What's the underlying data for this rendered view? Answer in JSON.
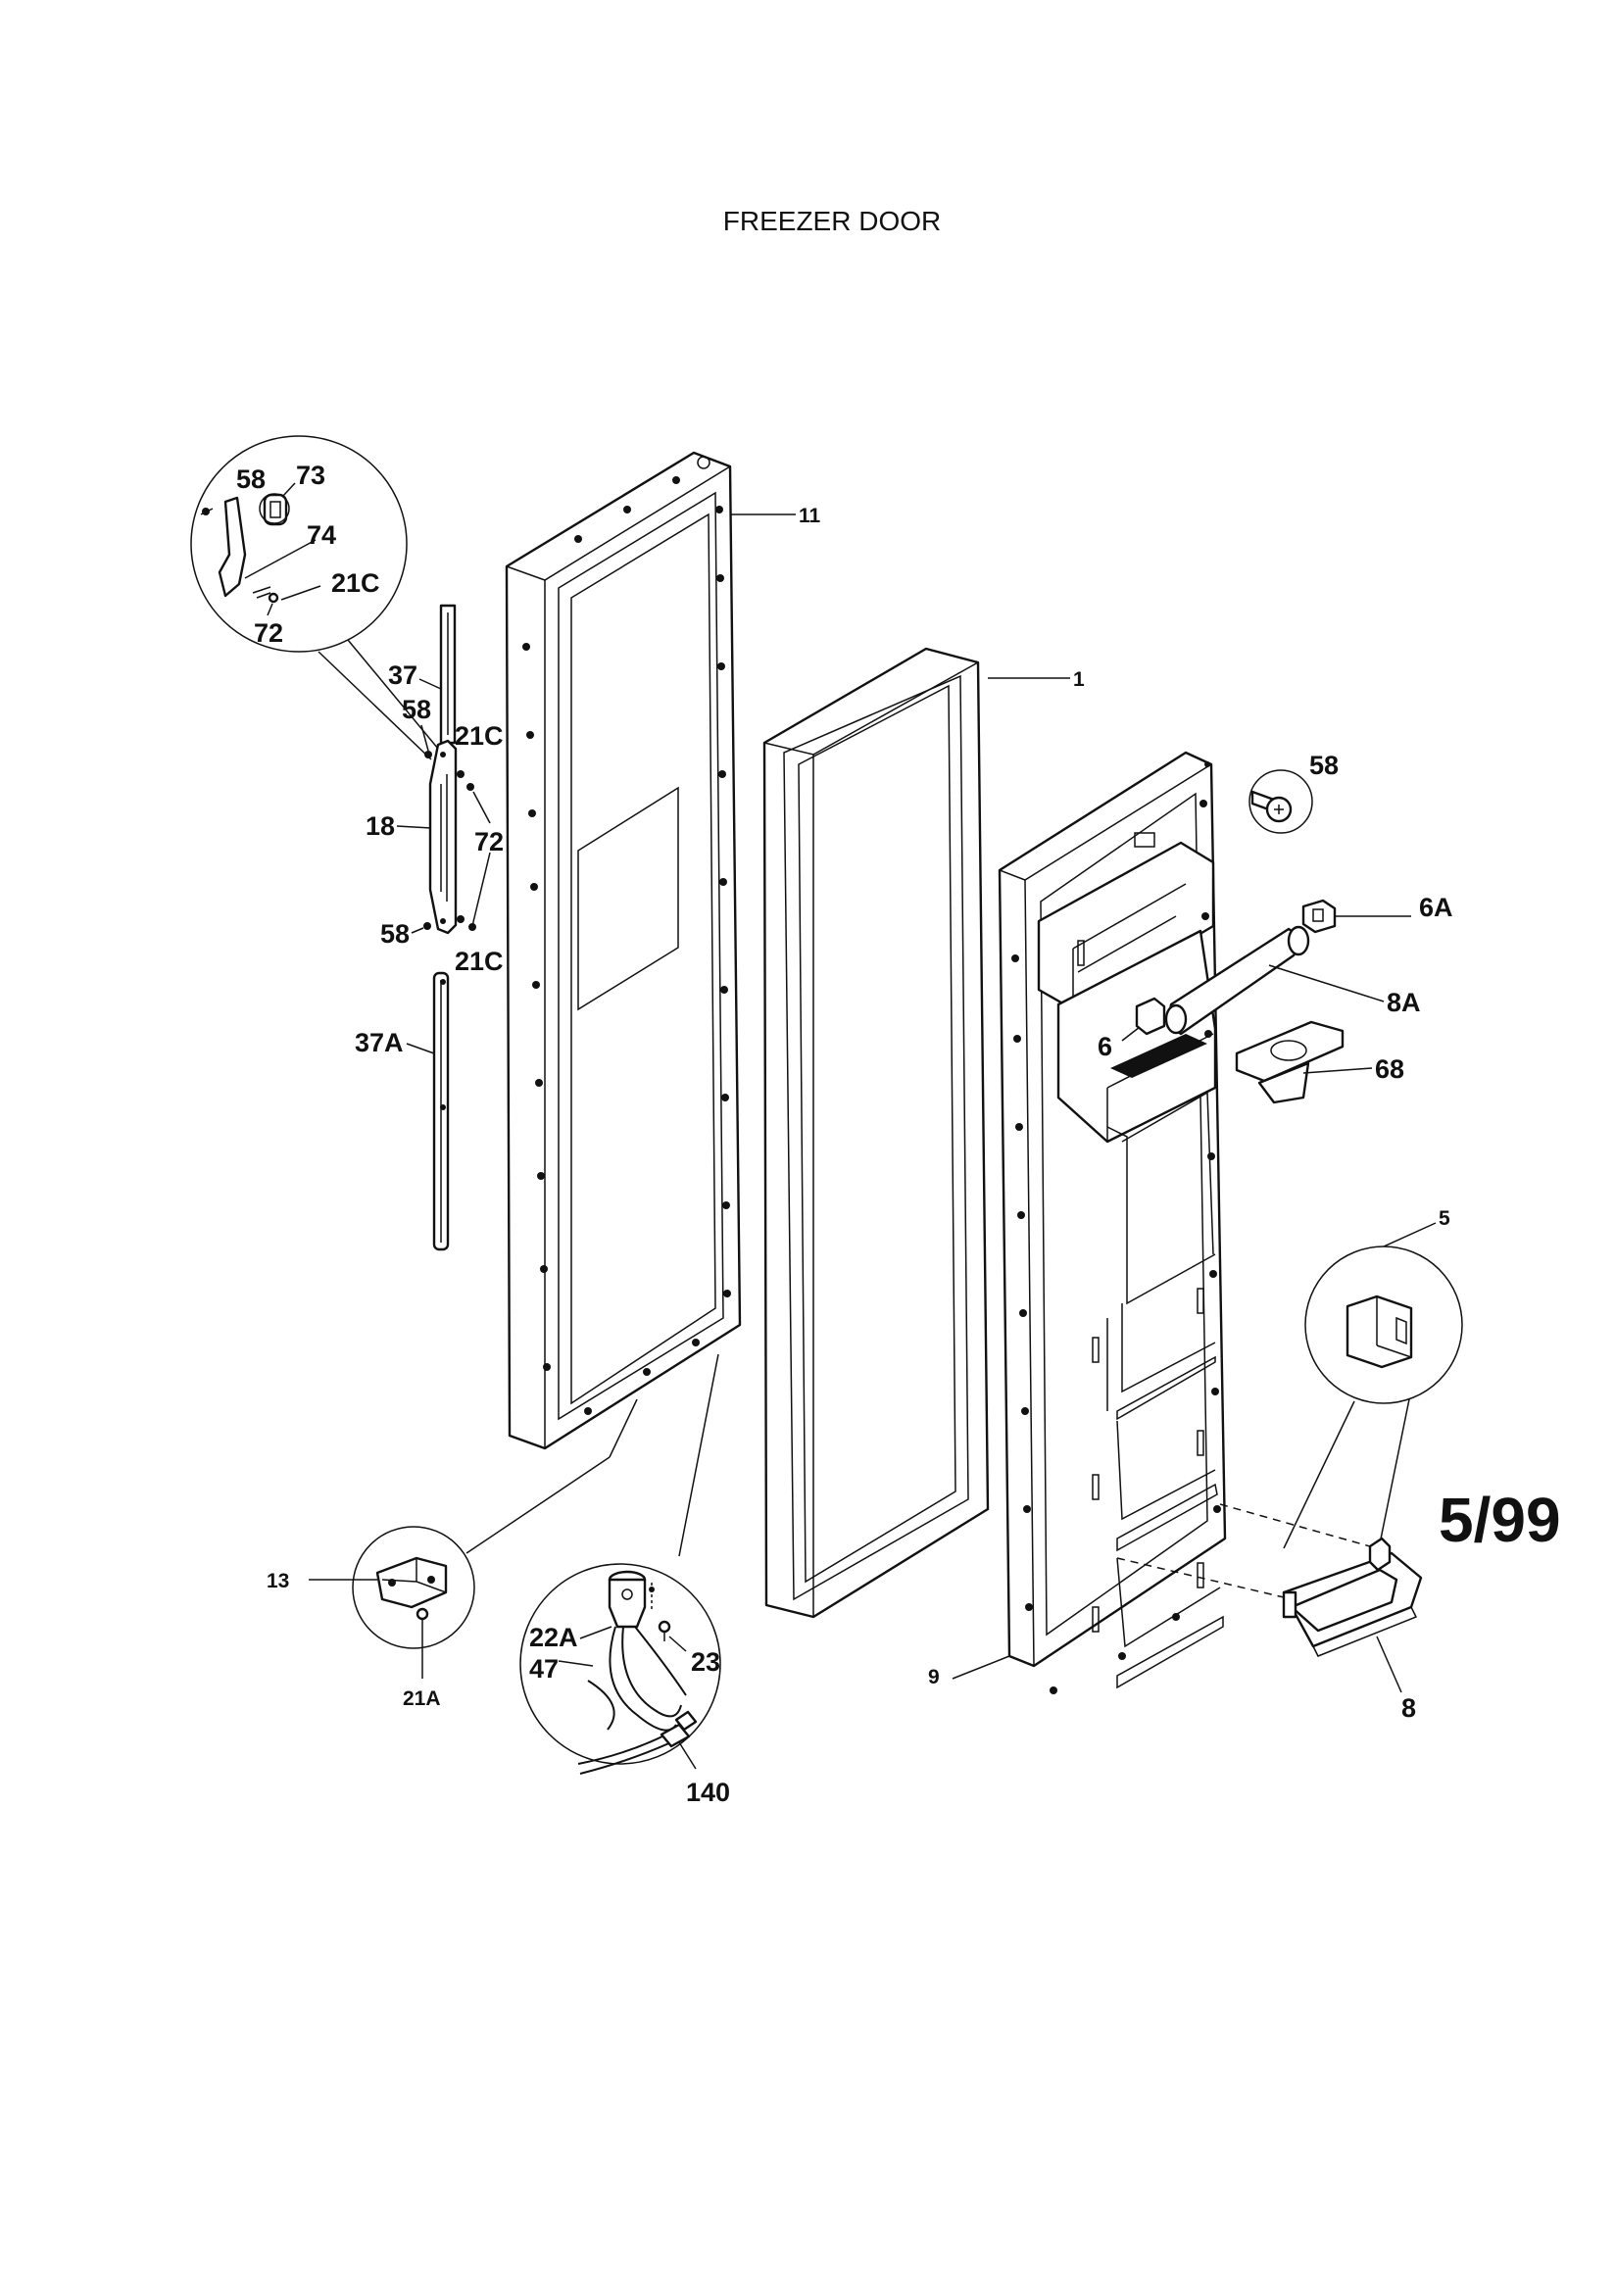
{
  "title": "FREEZER DOOR",
  "date_code": "5/99",
  "callouts": {
    "c58a": "58",
    "c73": "73",
    "c74": "74",
    "c21c_a": "21C",
    "c72_a": "72",
    "c11": "11",
    "c1": "1",
    "c37": "37",
    "c58b": "58",
    "c21c_b": "21C",
    "c18": "18",
    "c72_b": "72",
    "c58c": "58",
    "c21c_c": "21C",
    "c37a": "37A",
    "c58d": "58",
    "c6a": "6A",
    "c8a": "8A",
    "c6": "6",
    "c68": "68",
    "c5": "5",
    "c13": "13",
    "c21a": "21A",
    "c22a": "22A",
    "c47": "47",
    "c23": "23",
    "c140": "140",
    "c9": "9",
    "c8": "8"
  }
}
